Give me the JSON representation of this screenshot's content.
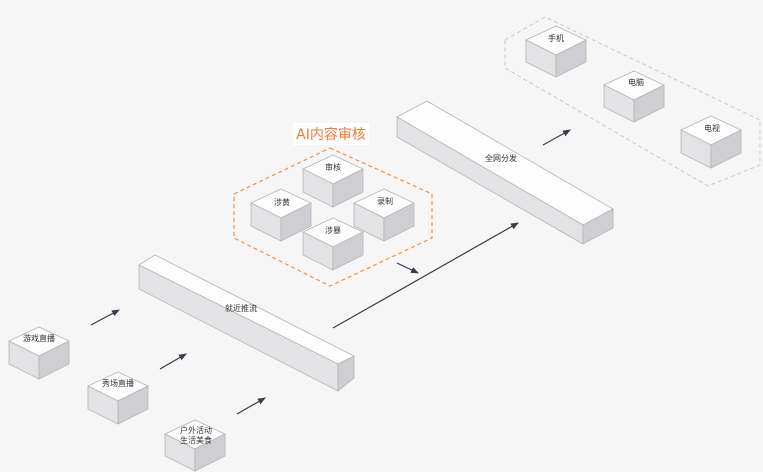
{
  "sources": {
    "game_live": "游戏直播",
    "show_live": "秀场直播",
    "outdoor_line1": "户外活动",
    "outdoor_line2": "生活美食"
  },
  "ingest": {
    "label": "就近推流"
  },
  "review": {
    "title": "AI内容审核",
    "audit": "审核",
    "porn": "涉黄",
    "record": "录制",
    "violence": "涉暴"
  },
  "distribution": {
    "label": "全网分发"
  },
  "devices": {
    "phone": "手机",
    "pc": "电脑",
    "tv": "电视"
  },
  "colors": {
    "title_accent": "#ee7a35",
    "dashed_orange": "#ee8a3c",
    "dashed_gray": "#c8c8c8",
    "arrow": "#3a3a4a"
  }
}
